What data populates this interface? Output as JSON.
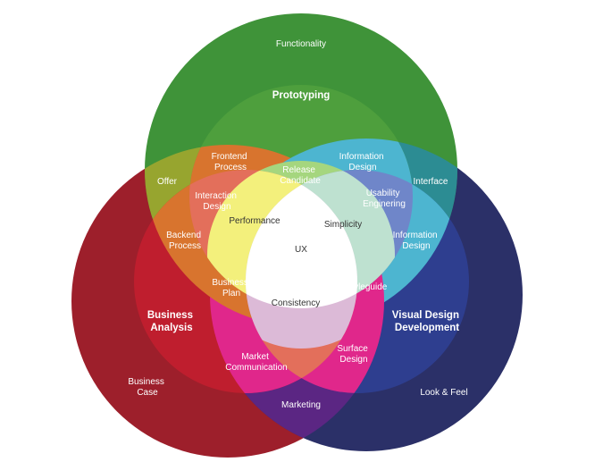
{
  "sets": {
    "prototyping": {
      "title": "Prototyping",
      "outer": "Functionality",
      "color_outer": "#3F9339",
      "color_inner": "#4E9F3D"
    },
    "business_analysis": {
      "title": [
        "Business",
        "Analysis"
      ],
      "outer": [
        "Business",
        "Case"
      ],
      "color_outer": "#9D1F2B",
      "color_inner": "#BF1E2E"
    },
    "visual_design_development": {
      "title": [
        "Visual Design",
        "Development"
      ],
      "outer": "Look & Feel",
      "color_outer": "#2B3068",
      "color_inner": "#2E3E8F"
    }
  },
  "overlaps": {
    "frontend_process": [
      "Frontend",
      "Process"
    ],
    "information_design_top": [
      "Information",
      "Design"
    ],
    "offer": "Offer",
    "interface": "Interface",
    "release_candidate": [
      "Release",
      "Candidate"
    ],
    "interaction_design": [
      "Interaction",
      "Design"
    ],
    "usability_engineering": [
      "Usability",
      "Enginering"
    ],
    "backend_process": [
      "Backend",
      "Process"
    ],
    "information_design_right": [
      "Information",
      "Design"
    ],
    "performance": "Performance",
    "simplicity": "Simplicity",
    "ux": "UX",
    "business_plan": [
      "Business",
      "Plan"
    ],
    "styleguide": "Styleguide",
    "consistency": "Consistency",
    "market_communication": [
      "Market",
      "Communication"
    ],
    "surface_design": [
      "Surface",
      "Design"
    ],
    "marketing": "Marketing"
  },
  "colors": {
    "top_left_overlap": "#97A52F",
    "top_right_overlap": "#2C8C93",
    "bottom_overlap": "#5B2683",
    "pro_ba_inner": "#D8742E",
    "pro_vd_inner": "#4DB5D0",
    "ba_vd_inner": "#E0278B",
    "core_pro": "#A5D67E",
    "core_ba": "#E36F5B",
    "core_vd": "#6F86C9",
    "pair_pro_ba": "#F3F07C",
    "pair_pro_vd": "#BEE1D0",
    "pair_ba_vd": "#DCBAD7",
    "center": "#ffffff"
  }
}
